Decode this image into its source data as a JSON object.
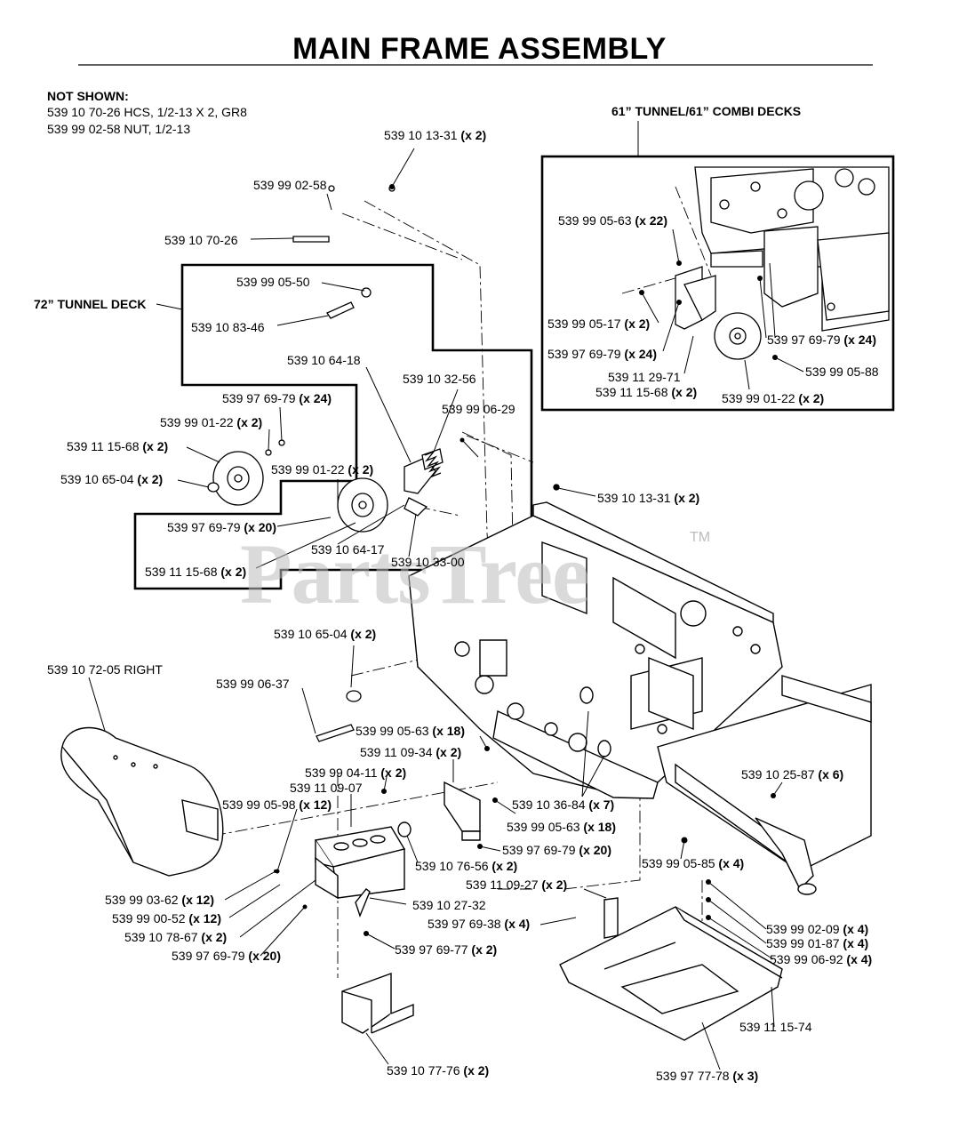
{
  "title": "MAIN FRAME ASSEMBLY",
  "not_shown": {
    "heading": "NOT SHOWN:",
    "lines": [
      "539 10 70-26  HCS, 1/2-13 X 2, GR8",
      "539 99 02-58  NUT, 1/2-13"
    ]
  },
  "sections": {
    "combi": "61” TUNNEL/61” COMBI DECKS",
    "tunnel72": "72” TUNNEL DECK"
  },
  "watermark": "PartsTree",
  "trademark": "TM",
  "labels": [
    {
      "id": "l01",
      "part": "539 10 13-31",
      "qty": "(x 2)"
    },
    {
      "id": "l02",
      "part": "539 99 02-58",
      "qty": ""
    },
    {
      "id": "l03",
      "part": "539 10 70-26",
      "qty": ""
    },
    {
      "id": "l04",
      "part": "539 99 05-50",
      "qty": ""
    },
    {
      "id": "l05",
      "part": "539 10 83-46",
      "qty": ""
    },
    {
      "id": "l06",
      "part": "539 10 64-18",
      "qty": ""
    },
    {
      "id": "l07",
      "part": "539 10 32-56",
      "qty": ""
    },
    {
      "id": "l08",
      "part": "539 97 69-79",
      "qty": "(x 24)"
    },
    {
      "id": "l09",
      "part": "539 99 06-29",
      "qty": ""
    },
    {
      "id": "l10",
      "part": "539 99 01-22",
      "qty": "(x 2)"
    },
    {
      "id": "l11",
      "part": "539 11 15-68",
      "qty": "(x 2)"
    },
    {
      "id": "l12",
      "part": "539 99 01-22",
      "qty": "(x 2)"
    },
    {
      "id": "l13",
      "part": "539 10 65-04",
      "qty": "(x 2)"
    },
    {
      "id": "l14",
      "part": "539 97 69-79",
      "qty": "(x 20)"
    },
    {
      "id": "l15",
      "part": "539 10 64-17",
      "qty": ""
    },
    {
      "id": "l16",
      "part": "539 11 15-68",
      "qty": "(x 2)"
    },
    {
      "id": "l17",
      "part": "539 10 33-00",
      "qty": ""
    },
    {
      "id": "l18",
      "part": "539 10 13-31",
      "qty": "(x 2)"
    },
    {
      "id": "l19",
      "part": "539 99 05-63",
      "qty": "(x 22)"
    },
    {
      "id": "l20",
      "part": "539 99 05-17",
      "qty": "(x 2)"
    },
    {
      "id": "l21",
      "part": "539 97 69-79",
      "qty": "(x 24)"
    },
    {
      "id": "l22",
      "part": "539 97 69-79",
      "qty": "(x 24)"
    },
    {
      "id": "l23",
      "part": "539 99 05-88",
      "qty": ""
    },
    {
      "id": "l24",
      "part": "539 11 29-71",
      "qty": ""
    },
    {
      "id": "l25",
      "part": "539 11 15-68",
      "qty": "(x 2)"
    },
    {
      "id": "l26",
      "part": "539 99 01-22",
      "qty": "(x 2)"
    },
    {
      "id": "l27",
      "part": "539 10 65-04",
      "qty": "(x 2)"
    },
    {
      "id": "l28",
      "part": "539 10 72-05 RIGHT",
      "qty": ""
    },
    {
      "id": "l29",
      "part": "539 99 06-37",
      "qty": ""
    },
    {
      "id": "l30",
      "part": "539 99 05-63",
      "qty": "(x 18)"
    },
    {
      "id": "l31",
      "part": "539 11 09-34",
      "qty": "(x 2)"
    },
    {
      "id": "l32",
      "part": "539 99 04-11",
      "qty": "(x 2)"
    },
    {
      "id": "l33",
      "part": "539 11 09-07",
      "qty": ""
    },
    {
      "id": "l34",
      "part": "539 99 05-98",
      "qty": "(x 12)"
    },
    {
      "id": "l35",
      "part": "539 10 36-84",
      "qty": "(x 7)"
    },
    {
      "id": "l36",
      "part": "539 99 05-63",
      "qty": "(x 18)"
    },
    {
      "id": "l37",
      "part": "539 10 25-87",
      "qty": "(x 6)"
    },
    {
      "id": "l38",
      "part": "539 97 69-79",
      "qty": "(x 20)"
    },
    {
      "id": "l39",
      "part": "539 10 76-56",
      "qty": "(x 2)"
    },
    {
      "id": "l40",
      "part": "539 99 05-85",
      "qty": "(x 4)"
    },
    {
      "id": "l41",
      "part": "539 11 09-27",
      "qty": "(x 2)"
    },
    {
      "id": "l42",
      "part": "539 99 03-62",
      "qty": "(x 12)"
    },
    {
      "id": "l43",
      "part": "539 10 27-32",
      "qty": ""
    },
    {
      "id": "l44",
      "part": "539 99 00-52",
      "qty": "(x 12)"
    },
    {
      "id": "l45",
      "part": "539 97 69-38",
      "qty": "(x 4)"
    },
    {
      "id": "l46",
      "part": "539 99 02-09",
      "qty": "(x 4)"
    },
    {
      "id": "l47",
      "part": "539 10 78-67",
      "qty": "(x 2)"
    },
    {
      "id": "l48",
      "part": "539 99 01-87",
      "qty": "(x 4)"
    },
    {
      "id": "l49",
      "part": "539 97 69-77",
      "qty": "(x 2)"
    },
    {
      "id": "l50",
      "part": "539 97 69-79",
      "qty": "(x 20)"
    },
    {
      "id": "l51",
      "part": "539 99 06-92",
      "qty": "(x 4)"
    },
    {
      "id": "l52",
      "part": "539 11 15-74",
      "qty": ""
    },
    {
      "id": "l53",
      "part": "539 10 77-76",
      "qty": "(x 2)"
    },
    {
      "id": "l54",
      "part": "539 97 77-78",
      "qty": "(x 3)"
    }
  ]
}
